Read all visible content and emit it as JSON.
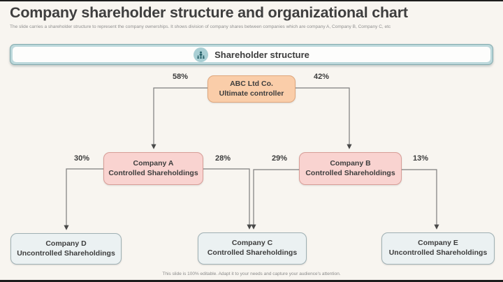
{
  "slide": {
    "title": "Company shareholder structure and organizational chart",
    "subtitle": "The slide carries a shareholder structure to represent the company ownerships. It shows division of company shares between companies which are company A, Company B, Company C, etc",
    "footer": "This slide is 100% editable. Adapt it to your needs and capture your audience's attention."
  },
  "banner": {
    "label": "Shareholder structure",
    "icon": "people-group-icon"
  },
  "colors": {
    "slide_background": "#F8F5F0",
    "banner_teal": "#BCD8DB",
    "icon_circle_teal": "#A9CFD4",
    "icon_glyph_teal": "#2B646C",
    "root_fill": "#FACDA9",
    "root_border": "#DFA77D",
    "controlled_fill": "#F9D3D0",
    "controlled_border": "#D89D97",
    "uncontrolled_fill": "#EBF1F2",
    "uncontrolled_border": "#9FB0B4",
    "connector_gray": "#7D7D7D",
    "text_dark": "#3D3D3D"
  },
  "org_chart": {
    "type": "org-chart",
    "nodes": {
      "abc": {
        "line1": "ABC Ltd Co.",
        "line2": "Ultimate controller",
        "role": "root"
      },
      "a": {
        "line1": "Company A",
        "line2": "Controlled Shareholdings",
        "role": "controlled"
      },
      "b": {
        "line1": "Company B",
        "line2": "Controlled Shareholdings",
        "role": "controlled"
      },
      "c": {
        "line1": "Company C",
        "line2": "Controlled Shareholdings",
        "role": "uncontrolled-style-box"
      },
      "d": {
        "line1": "Company D",
        "line2": "Uncontrolled Shareholdings",
        "role": "uncontrolled"
      },
      "e": {
        "line1": "Company E",
        "line2": "Uncontrolled Shareholdings",
        "role": "uncontrolled"
      }
    },
    "edges": [
      {
        "from": "ABC Ltd Co.",
        "to": "Company A",
        "label": "58%"
      },
      {
        "from": "ABC Ltd Co.",
        "to": "Company B",
        "label": "42%"
      },
      {
        "from": "Company A",
        "to": "Company D",
        "label": "30%"
      },
      {
        "from": "Company A",
        "to": "Company C",
        "label": "28%"
      },
      {
        "from": "Company B",
        "to": "Company C",
        "label": "29%"
      },
      {
        "from": "Company B",
        "to": "Company E",
        "label": "13%"
      }
    ]
  }
}
